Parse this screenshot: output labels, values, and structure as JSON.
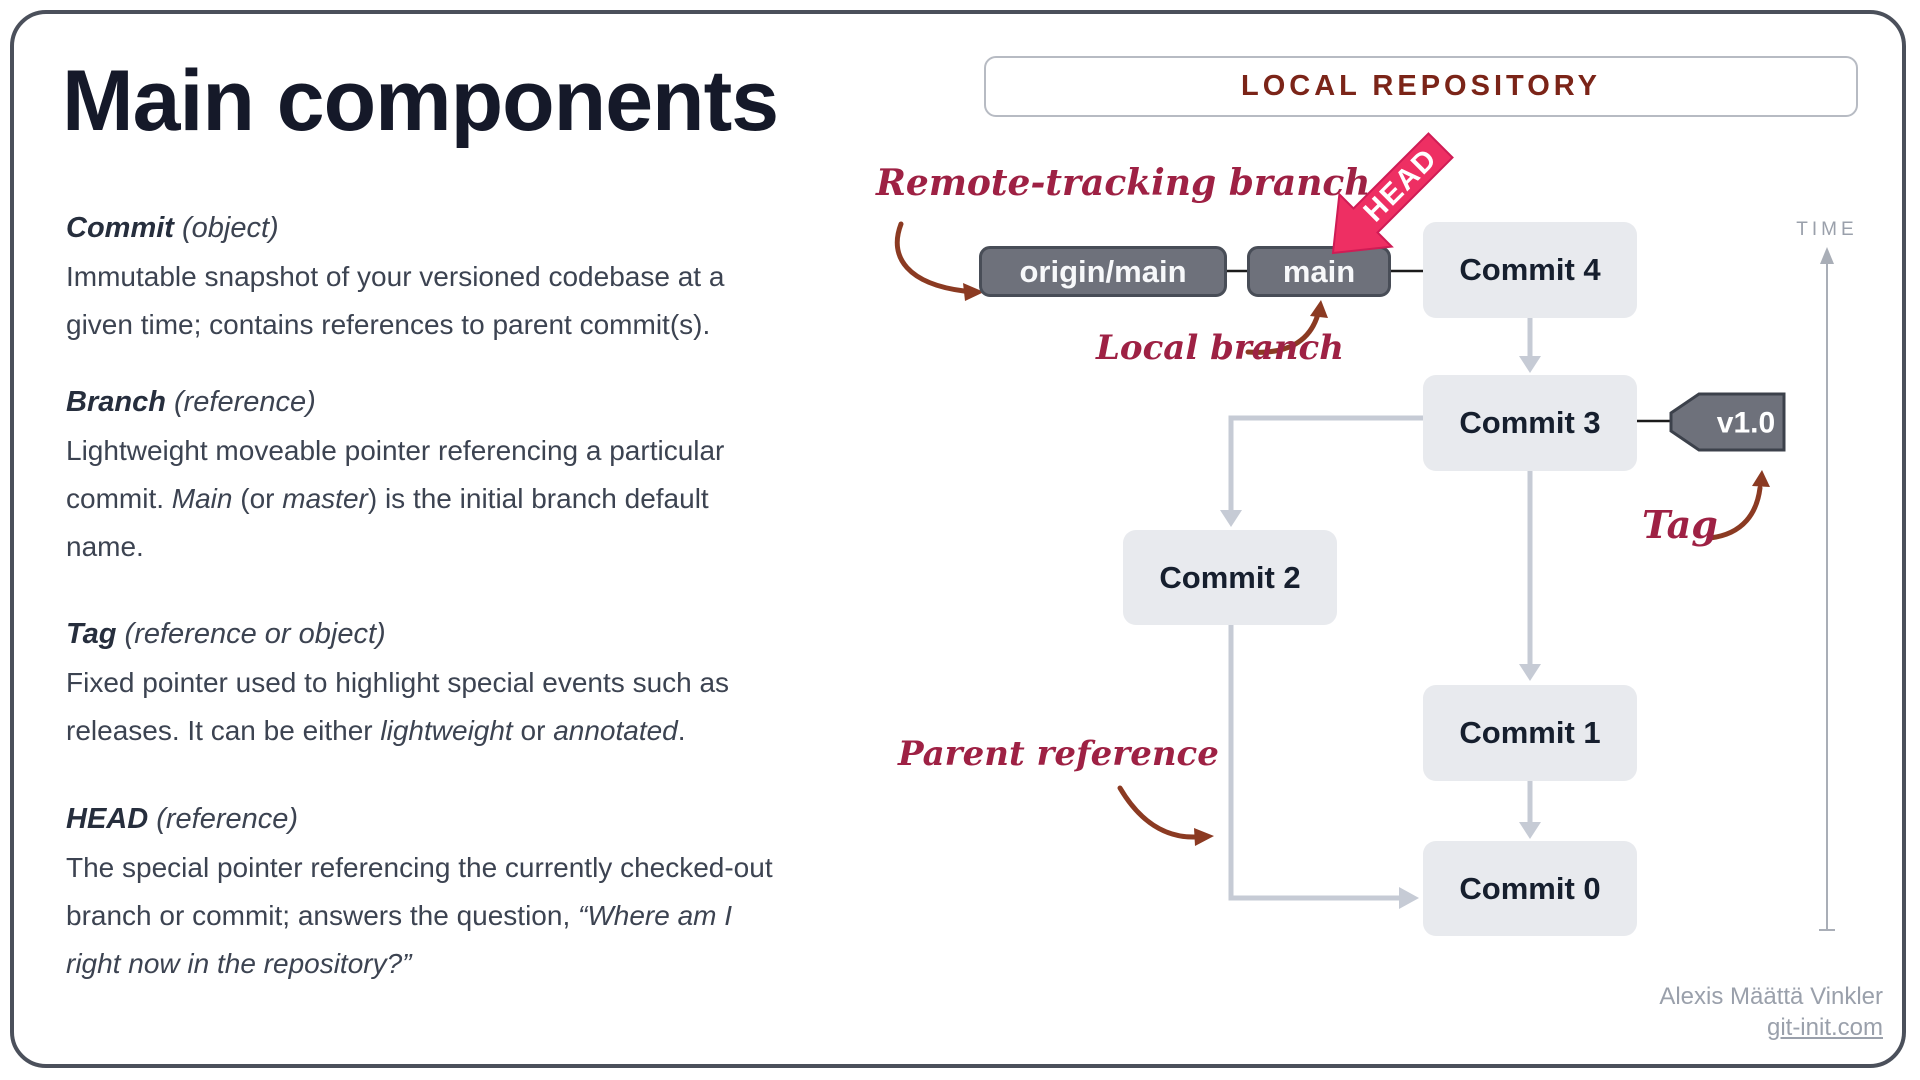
{
  "page": {
    "title": "Main components",
    "credits": {
      "author": "Alexis Määttä Vinkler",
      "site": "git-init.com"
    }
  },
  "definitions": [
    {
      "term": "Commit",
      "kind": "(object)",
      "lines": [
        [
          {
            "t": "Immutable snapshot of your versioned codebase at a"
          }
        ],
        [
          {
            "t": "given time; contains references to parent commit(s)."
          }
        ]
      ]
    },
    {
      "term": "Branch",
      "kind": "(reference)",
      "lines": [
        [
          {
            "t": "Lightweight moveable pointer referencing a particular"
          }
        ],
        [
          {
            "t": "commit. "
          },
          {
            "t": "Main",
            "i": true
          },
          {
            "t": " (or "
          },
          {
            "t": "master",
            "i": true
          },
          {
            "t": ") is the initial branch default"
          }
        ],
        [
          {
            "t": "name."
          }
        ]
      ]
    },
    {
      "term": "Tag",
      "kind": "(reference or object)",
      "lines": [
        [
          {
            "t": "Fixed pointer used to highlight special events such as"
          }
        ],
        [
          {
            "t": "releases. It can be either "
          },
          {
            "t": "lightweight",
            "i": true
          },
          {
            "t": " or "
          },
          {
            "t": "annotated",
            "i": true
          },
          {
            "t": "."
          }
        ]
      ]
    },
    {
      "term": "HEAD",
      "kind": "(reference)",
      "lines": [
        [
          {
            "t": "The special pointer referencing the currently checked-out"
          }
        ],
        [
          {
            "t": "branch or commit; answers the question, "
          },
          {
            "t": "“Where am I",
            "i": true
          }
        ],
        [
          {
            "t": "right now in the repository?”",
            "i": true
          }
        ]
      ]
    }
  ],
  "diagram": {
    "header": "LOCAL REPOSITORY",
    "time_label": "TIME",
    "branches": {
      "remote": "origin/main",
      "local": "main"
    },
    "head_badge": "HEAD",
    "tag_label": "v1.0",
    "commits": [
      "Commit 4",
      "Commit 3",
      "Commit 2",
      "Commit 1",
      "Commit 0"
    ],
    "annotations": {
      "remote": "Remote-tracking branch",
      "local": "Local branch",
      "parent": "Parent reference",
      "tag": "Tag"
    },
    "colors": {
      "frame": "#4b505b",
      "header_text": "#7b2418",
      "pill_fill": "#6e717b",
      "pill_border": "#484d57",
      "commit_fill": "#e8eaee",
      "graph_arrow": "#c6cbd5",
      "connector": "#1b1b1b",
      "annotation_text": "#9e2144",
      "annotation_arrow": "#8b3a22",
      "head_badge_fill": "#ee2f63",
      "head_badge_border": "#cf1c55",
      "time_axis": "#a9aeb7",
      "muted_text": "#9aa0ab"
    }
  }
}
